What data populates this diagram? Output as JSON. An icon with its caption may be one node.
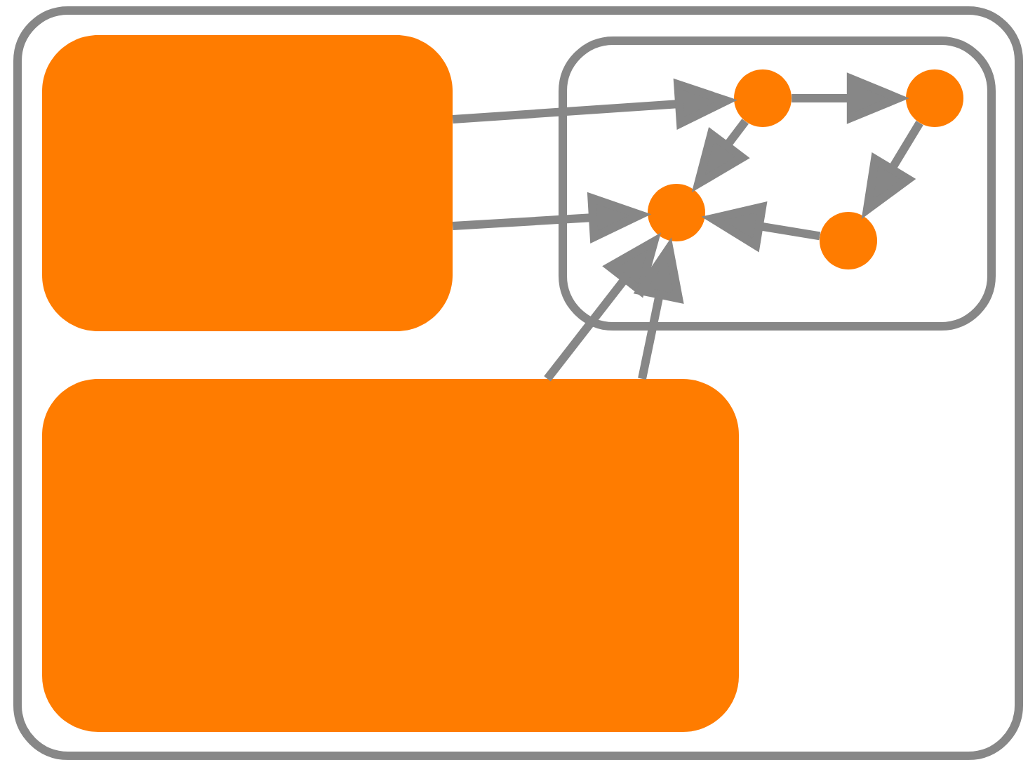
{
  "diagram": {
    "nodes": [
      {
        "text": [],
        "shape": "box"
      },
      {
        "text": [],
        "shape": "box",
        "in": 0
      },
      {
        "text": [],
        "shape": "box",
        "in": 0
      },
      {
        "text": [],
        "shape": "circle",
        "in": 2
      },
      {
        "text": [],
        "shape": "circle",
        "in": 2
      },
      {
        "text": [],
        "shape": "circle",
        "in": 2
      },
      {
        "text": [],
        "shape": "circle",
        "in": 2
      },
      {
        "text": [],
        "shape": "box",
        "in": 0
      }
    ],
    "edges": [
      {
        "from": 1,
        "to": 3,
        "arrow": "to"
      },
      {
        "from": 1,
        "to": 5,
        "arrow": "to"
      },
      {
        "from": 3,
        "to": 4,
        "arrow": "to"
      },
      {
        "from": 4,
        "to": 6,
        "arrow": "to"
      },
      {
        "from": 6,
        "to": 5,
        "arrow": "to"
      },
      {
        "from": 3,
        "to": 5,
        "arrow": "to"
      },
      {
        "from": 7,
        "to": 5,
        "arrow": "to"
      },
      {
        "from": 7,
        "to": 5,
        "arrow": "to"
      }
    ]
  }
}
